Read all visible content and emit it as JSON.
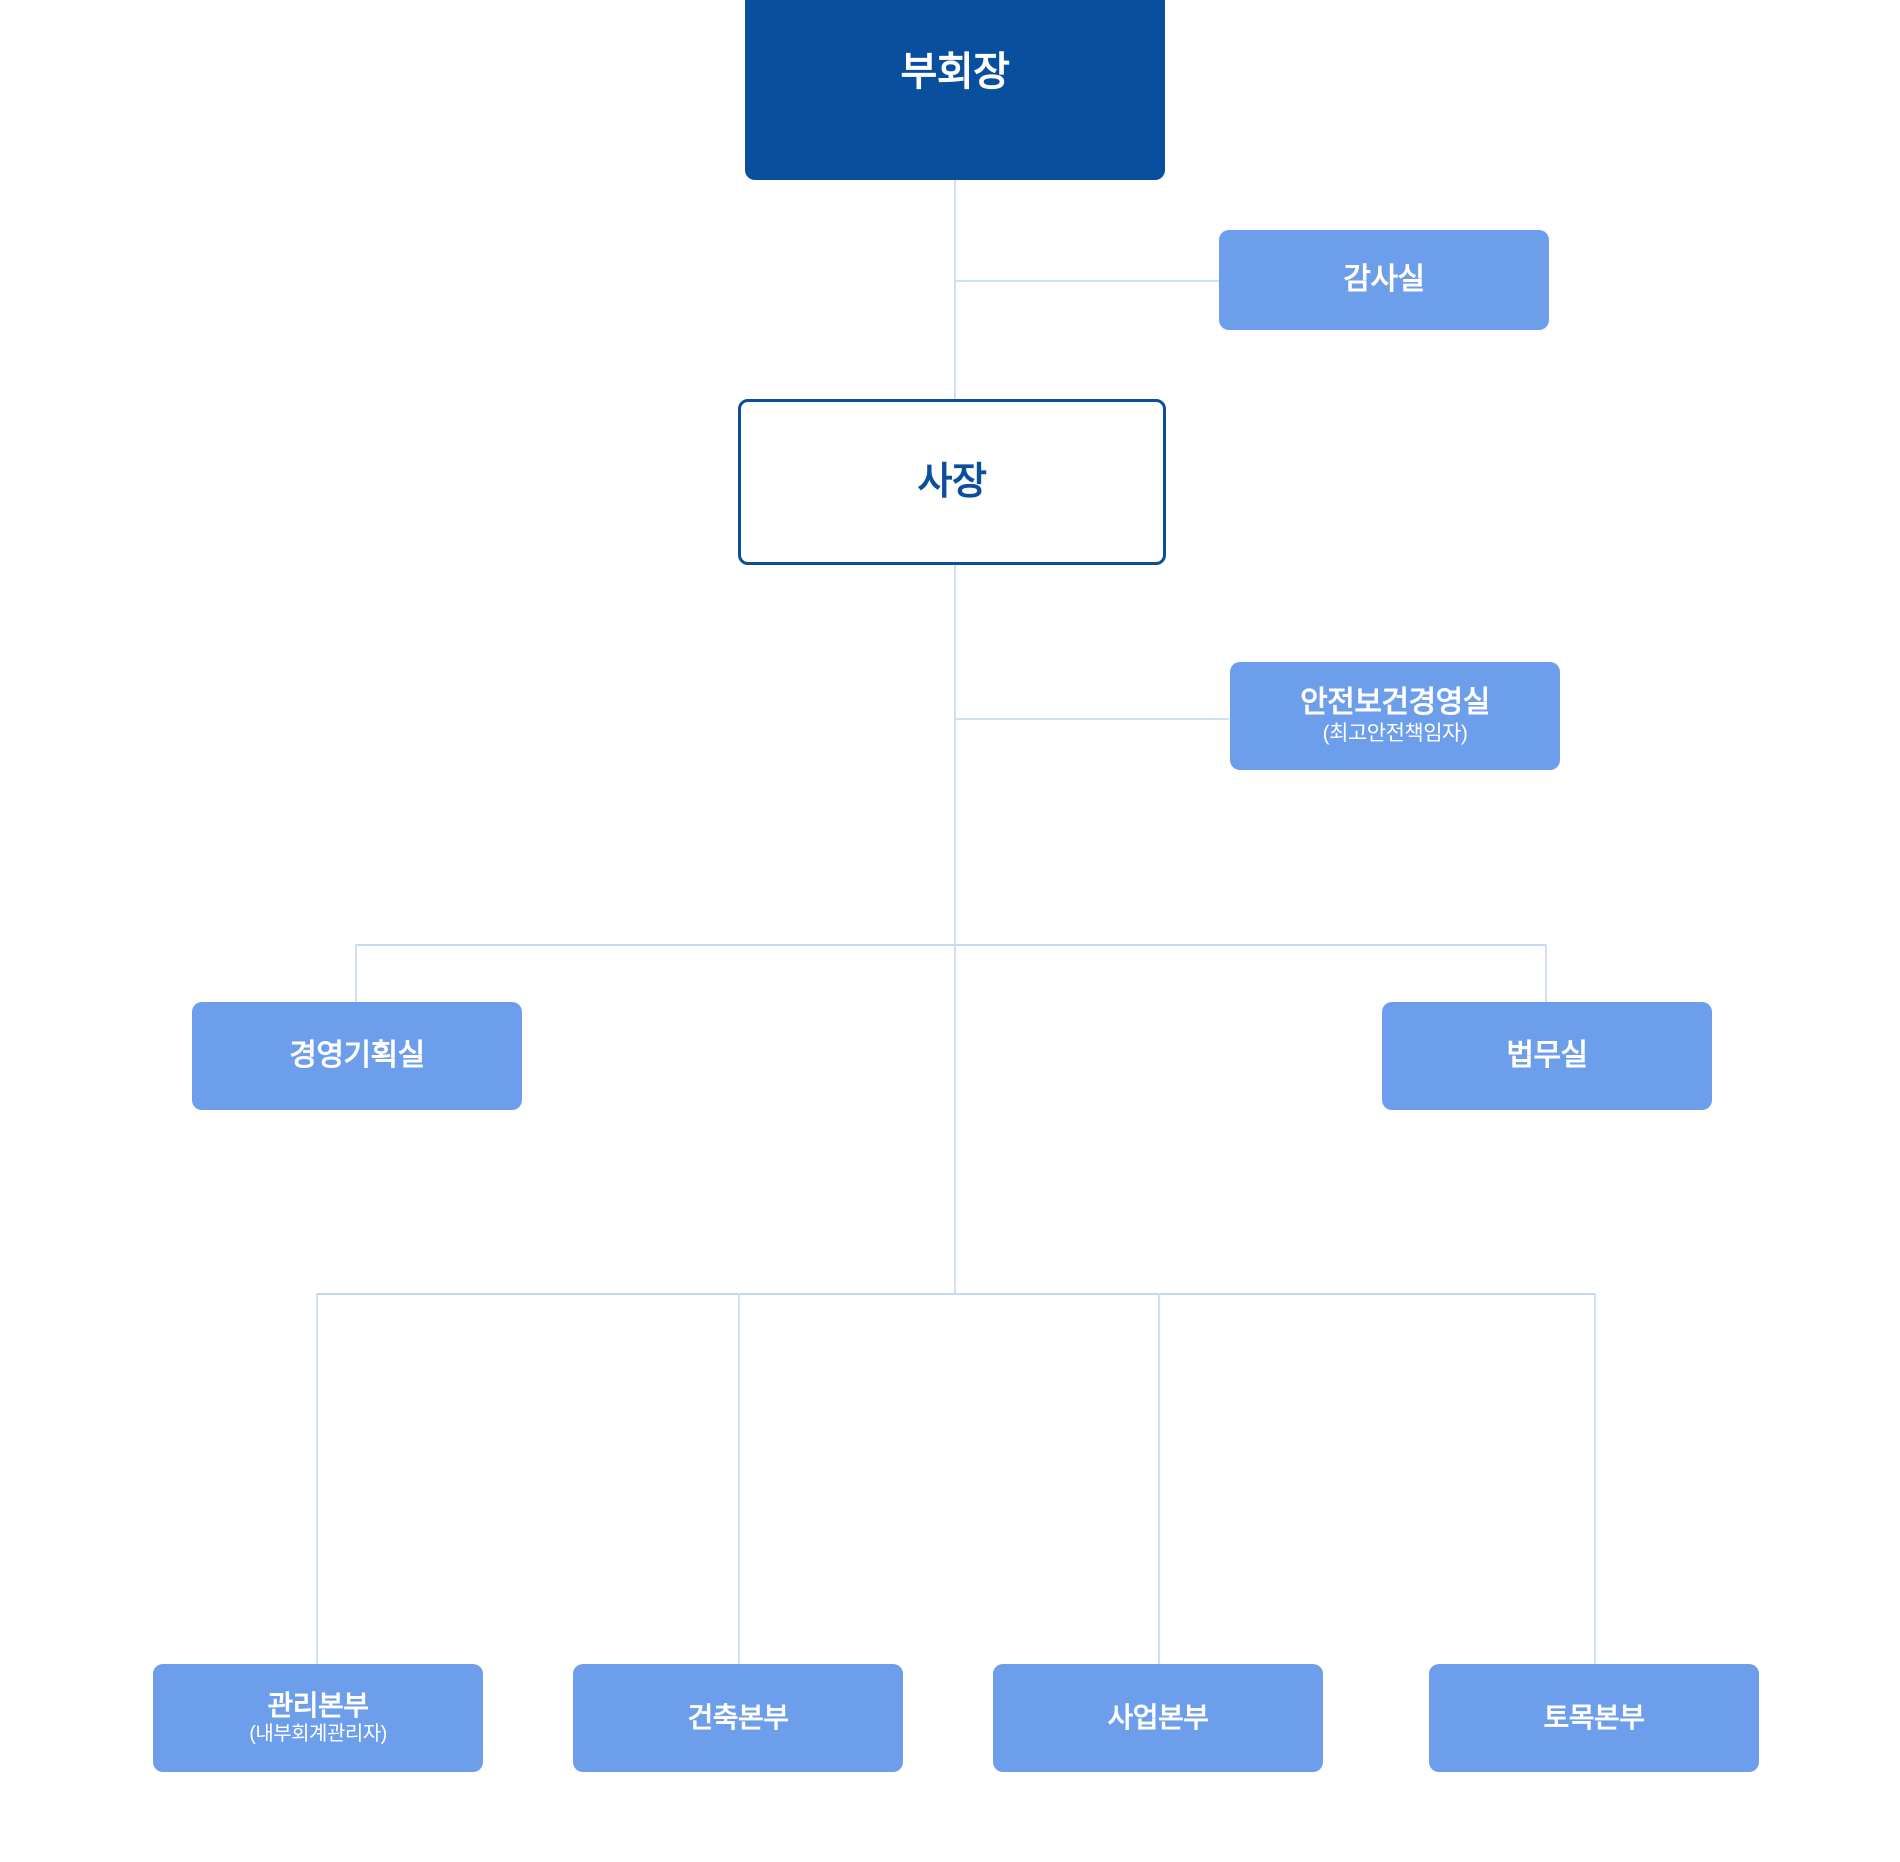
{
  "diagram": {
    "type": "organization-chart",
    "orientation": "top-down",
    "background_color": "#ffffff",
    "colors": {
      "primary_dark": "#08509e",
      "chip_blue": "#6d9eeb",
      "outline_blue": "#0c4e99",
      "connector": "#cfdff5",
      "text_on_blue": "#ffffff"
    }
  },
  "nodes": {
    "vice_chairman": {
      "label": "부회장",
      "style": "solid-dark",
      "level": 0
    },
    "audit_office": {
      "label": "감사실",
      "style": "chip",
      "level": 1,
      "attached_to": "vice_chairman"
    },
    "president": {
      "label": "사장",
      "style": "outlined",
      "level": 1
    },
    "safety_health_management": {
      "label": "안전보건경영실",
      "sublabel": "(최고안전책임자)",
      "style": "chip",
      "level": 2,
      "attached_to": "president"
    },
    "management_planning": {
      "label": "경영기획실",
      "style": "chip",
      "level": 2
    },
    "legal_affairs": {
      "label": "법무실",
      "style": "chip",
      "level": 2
    },
    "administration_division": {
      "label": "관리본부",
      "sublabel": "(내부회계관리자)",
      "style": "chip",
      "level": 3
    },
    "architecture_division": {
      "label": "건축본부",
      "style": "chip",
      "level": 3
    },
    "business_division": {
      "label": "사업본부",
      "style": "chip",
      "level": 3
    },
    "civil_engineering_division": {
      "label": "토목본부",
      "style": "chip",
      "level": 3
    }
  }
}
